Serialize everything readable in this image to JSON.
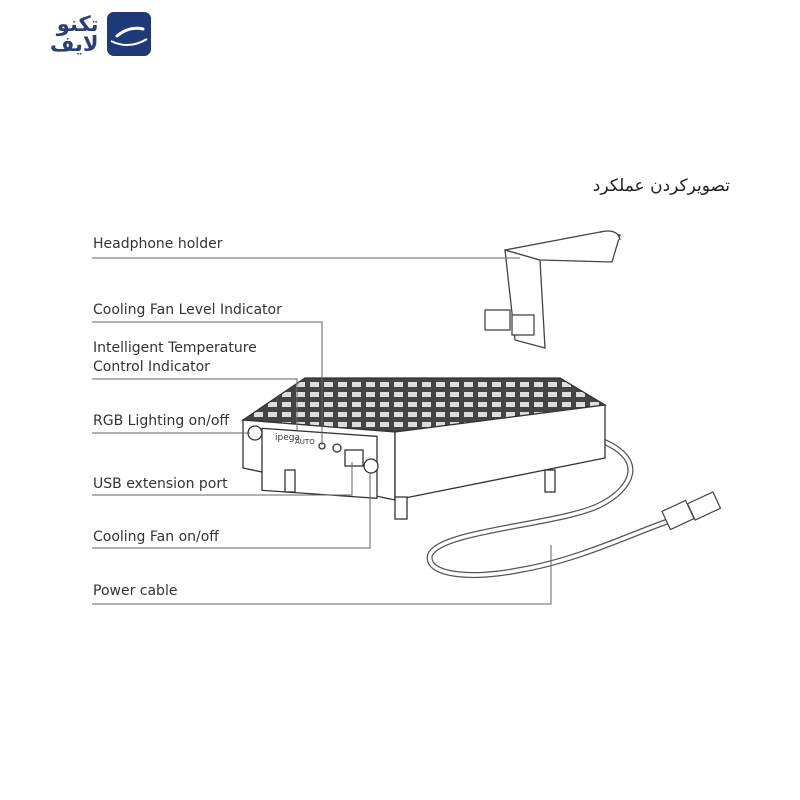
{
  "logo": {
    "line1": "تکنو",
    "line2": "لایف",
    "color": "#1f3a78"
  },
  "title": "تصویرکردن عملکرد",
  "labels": {
    "headphone_holder": "Headphone holder",
    "fan_level": "Cooling Fan Level Indicator",
    "temp_control_1": "Intelligent Temperature",
    "temp_control_2": "Control Indicator",
    "rgb": "RGB Lighting on/off",
    "usb": "USB extension port",
    "fan_onoff": "Cooling Fan on/off",
    "power_cable": "Power cable"
  },
  "device": {
    "brand": "ipega",
    "mode": "AUTO"
  }
}
